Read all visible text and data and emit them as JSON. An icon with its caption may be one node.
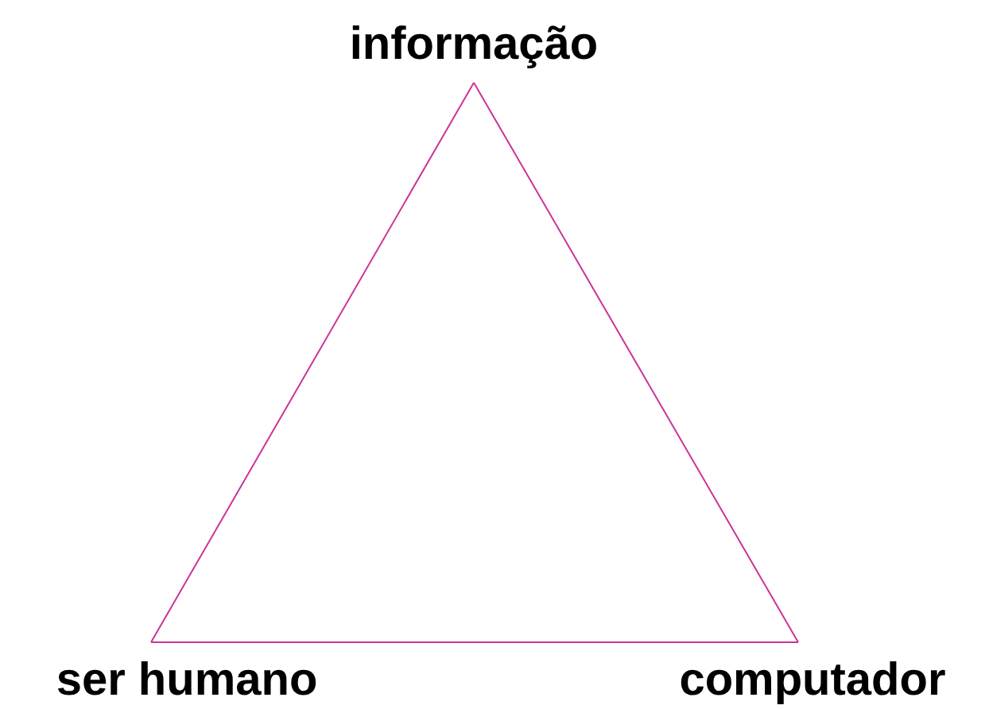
{
  "diagram": {
    "nodes": [
      {
        "text": [
          "informação"
        ]
      },
      {
        "text": [
          "ser humano"
        ]
      },
      {
        "text": [
          "computador"
        ]
      }
    ],
    "edges": [
      {
        "from": 0,
        "to": 1,
        "arrow": "none"
      },
      {
        "from": 1,
        "to": 2,
        "arrow": "none"
      },
      {
        "from": 2,
        "to": 0,
        "arrow": "none"
      }
    ]
  }
}
